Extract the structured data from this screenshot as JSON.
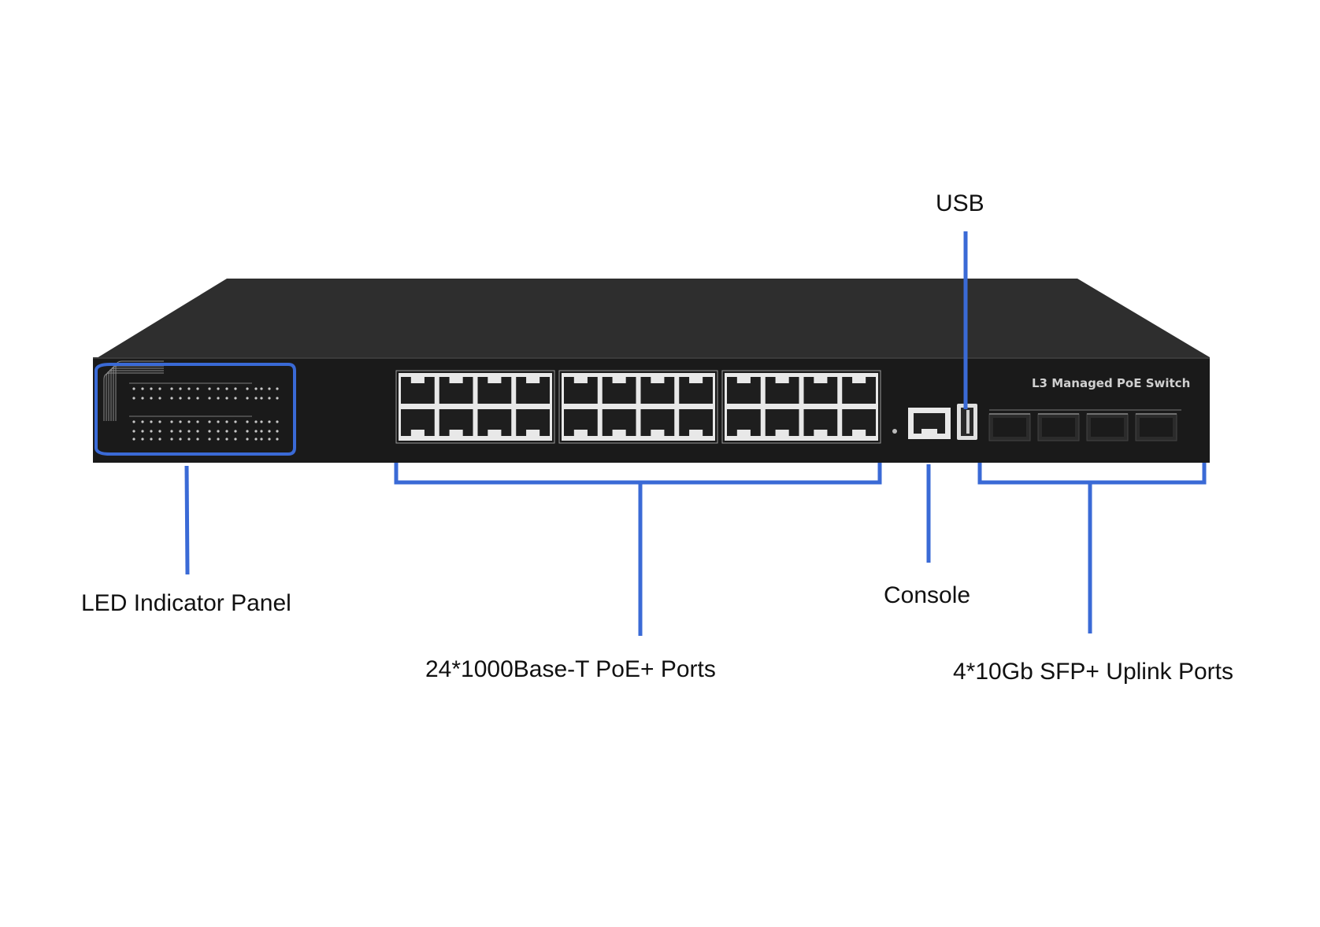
{
  "device": {
    "model_label": "L3 Managed PoE Switch",
    "rj45_port_count": 24,
    "sfp_port_count": 4,
    "rj45_group_count": 3,
    "ports_per_group": 8
  },
  "callouts": {
    "usb": "USB",
    "led_panel": "LED Indicator Panel",
    "rj45_ports": "24*1000Base-T PoE+ Ports",
    "console": "Console",
    "sfp_ports": "4*10Gb SFP+ Uplink Ports"
  },
  "colors": {
    "callout_line": "#3a6ad6",
    "chassis_front": "#1a1a1a",
    "chassis_top": "#2e2e2e",
    "port_frame": "#e8e8e8"
  }
}
